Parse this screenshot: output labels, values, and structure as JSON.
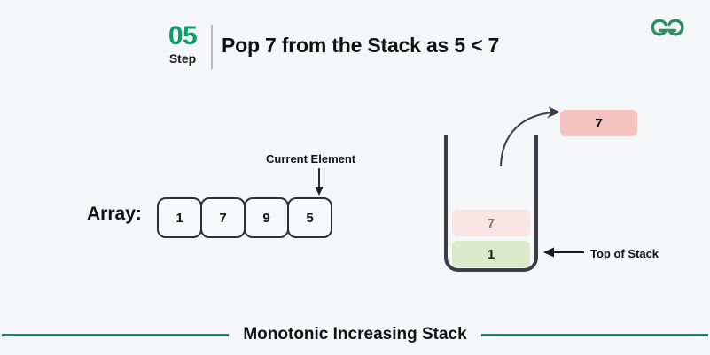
{
  "background_color": "#f5f6f7",
  "accent_green": "#0b9d6a",
  "footer_line_color": "#0f8a62",
  "logo": {
    "name": "geeksforgeeks-logo",
    "color": "#2f8d63"
  },
  "header": {
    "step_number": "05",
    "step_word": "Step",
    "title": "Pop 7 from the Stack as 5 < 7"
  },
  "array_section": {
    "label": "Array:",
    "cells": [
      "1",
      "7",
      "9",
      "5"
    ],
    "pointer_label": "Current Element",
    "pointer_target_index": 3
  },
  "stack_section": {
    "cells": [
      {
        "value": "7",
        "state": "popped-ghost",
        "color": "#f7e4e4"
      },
      {
        "value": "1",
        "state": "top",
        "color": "#dde9c8"
      }
    ],
    "popped_value": "7",
    "popped_color": "#f5c2c2",
    "top_label": "Top of Stack"
  },
  "footer": {
    "title": "Monotonic Increasing Stack"
  }
}
